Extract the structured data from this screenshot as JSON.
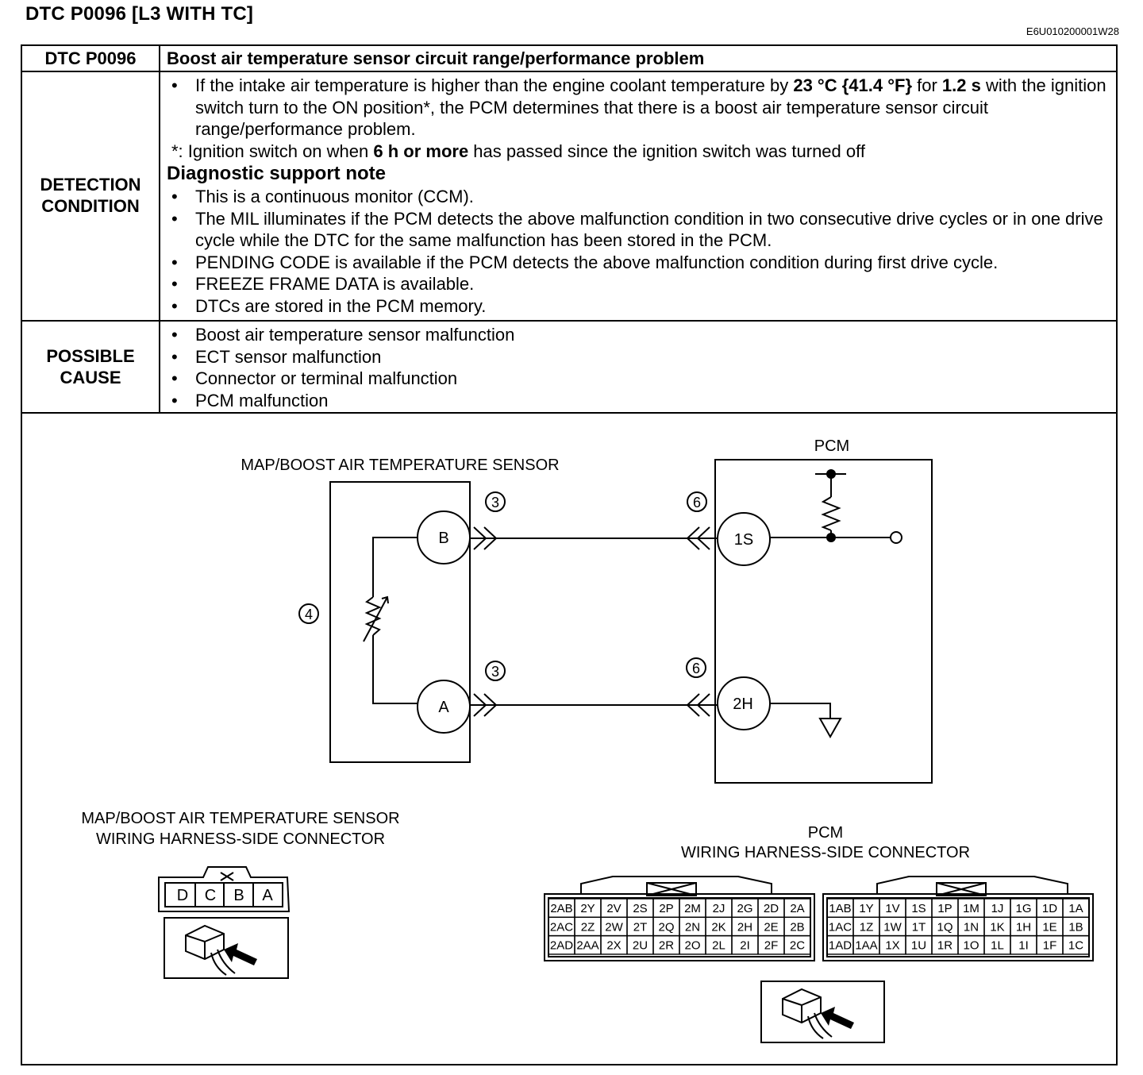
{
  "header": {
    "title": "DTC P0096 [L3 WITH TC]",
    "doc_id": "E6U010200001W28"
  },
  "table": {
    "code_cell": "DTC P0096",
    "description": "Boost air temperature sensor circuit range/performance problem",
    "detection": {
      "label_line1": "DETECTION",
      "label_line2": "CONDITION",
      "b1_a": "If the intake air temperature is higher than the engine coolant temperature by ",
      "b1_v1": "23 °C {41.4 °F}",
      "b1_b": " for ",
      "b1_v2": "1.2 s",
      "b1_c": " with the ignition switch turn to the ON position*, the PCM determines that there is a boost air temperature sensor circuit range/performance problem.",
      "note_a": "*: Ignition switch on when ",
      "note_v": "6 h or more",
      "note_b": " has passed since the ignition switch was turned off",
      "support_title": "Diagnostic support note",
      "support_items": [
        "This is a continuous monitor (CCM).",
        "The MIL illuminates if the PCM detects the above malfunction condition in two consecutive drive cycles or in one drive cycle while the DTC for the same malfunction has been stored in the PCM.",
        "PENDING CODE is available if the PCM detects the above malfunction condition during first drive cycle.",
        "FREEZE FRAME DATA is available.",
        "DTCs are stored in the PCM memory."
      ]
    },
    "cause": {
      "label_line1": "POSSIBLE",
      "label_line2": "CAUSE",
      "items": [
        "Boost air temperature sensor malfunction",
        "ECT sensor malfunction",
        "Connector or terminal malfunction",
        "PCM malfunction"
      ]
    }
  },
  "diagram": {
    "sensor_label": "MAP/BOOST AIR TEMPERATURE SENSOR",
    "pcm_label": "PCM",
    "term_b": "B",
    "term_a": "A",
    "term_1s": "1S",
    "term_2h": "2H",
    "callout_3": "3",
    "callout_4": "4",
    "callout_6": "6",
    "sensor_conn_line1": "MAP/BOOST AIR TEMPERATURE SENSOR",
    "sensor_conn_line2": "WIRING HARNESS-SIDE CONNECTOR",
    "sensor_pins": [
      "D",
      "C",
      "B",
      "A"
    ],
    "pcm_conn_line1": "PCM",
    "pcm_conn_line2": "WIRING HARNESS-SIDE CONNECTOR",
    "pcm_conn2_rows": [
      [
        "2AB",
        "2Y",
        "2V",
        "2S",
        "2P",
        "2M",
        "2J",
        "2G",
        "2D",
        "2A"
      ],
      [
        "2AC",
        "2Z",
        "2W",
        "2T",
        "2Q",
        "2N",
        "2K",
        "2H",
        "2E",
        "2B"
      ],
      [
        "2AD",
        "2AA",
        "2X",
        "2U",
        "2R",
        "2O",
        "2L",
        "2I",
        "2F",
        "2C"
      ]
    ],
    "pcm_conn1_rows": [
      [
        "1AB",
        "1Y",
        "1V",
        "1S",
        "1P",
        "1M",
        "1J",
        "1G",
        "1D",
        "1A"
      ],
      [
        "1AC",
        "1Z",
        "1W",
        "1T",
        "1Q",
        "1N",
        "1K",
        "1H",
        "1E",
        "1B"
      ],
      [
        "1AD",
        "1AA",
        "1X",
        "1U",
        "1R",
        "1O",
        "1L",
        "1I",
        "1F",
        "1C"
      ]
    ]
  }
}
